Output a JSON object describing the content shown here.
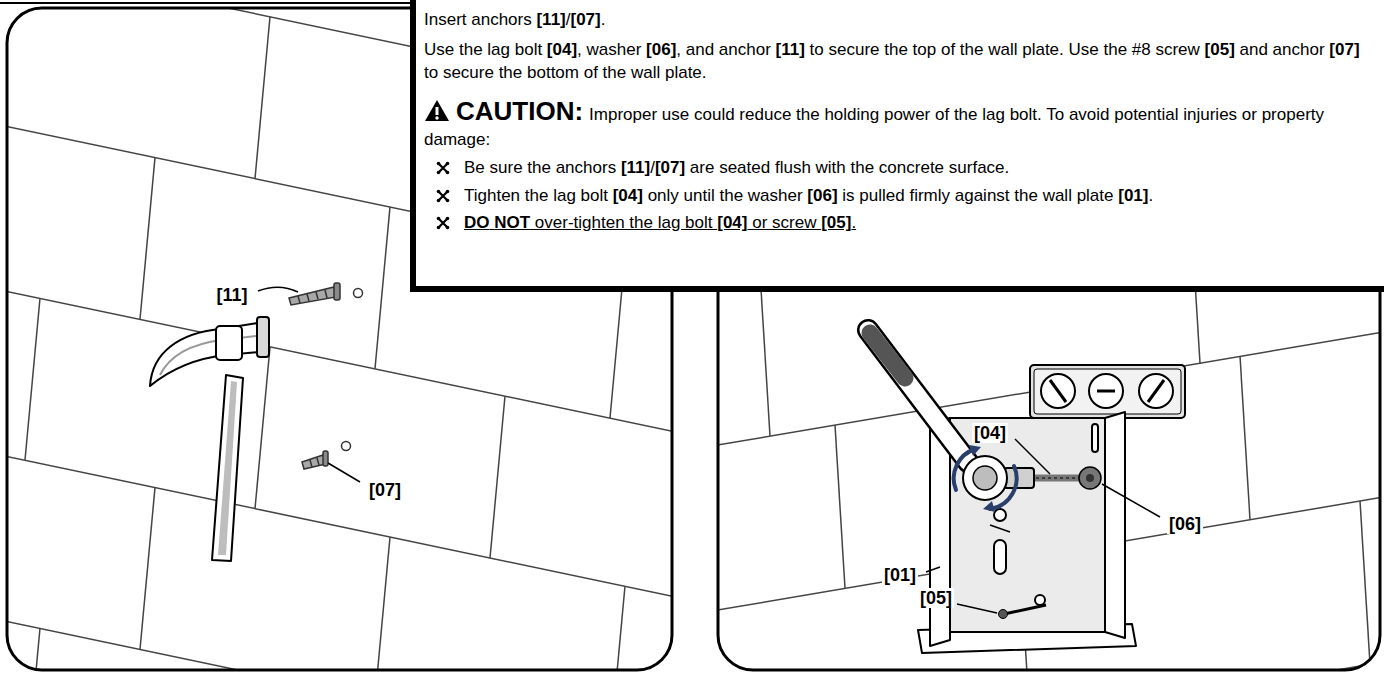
{
  "diagram": {
    "nodes": [
      {
        "text": [
          "Insert anchors [11]/[07].",
          "Use the lag bolt [04], washer [06], and anchor [11] to secure the top of the wall plate. Use the #8 screw [05] and anchor [07] to secure the bottom of the wall plate.",
          "CAUTION:",
          "Improper use could reduce the holding power of the lag bolt. To avoid potential injuries or property damage:",
          "Be sure the anchors [11]/[07] are seated flush with the concrete surface.",
          "Tighten the lag bolt [04] only until the washer [06] is pulled firmly against the wall plate [01].",
          "DO NOT over-tighten the lag bolt [04] or screw [05]."
        ]
      }
    ],
    "labels": [
      "[11]",
      "[07]",
      "[04]",
      "[06]",
      "[01]",
      "[05]"
    ]
  }
}
